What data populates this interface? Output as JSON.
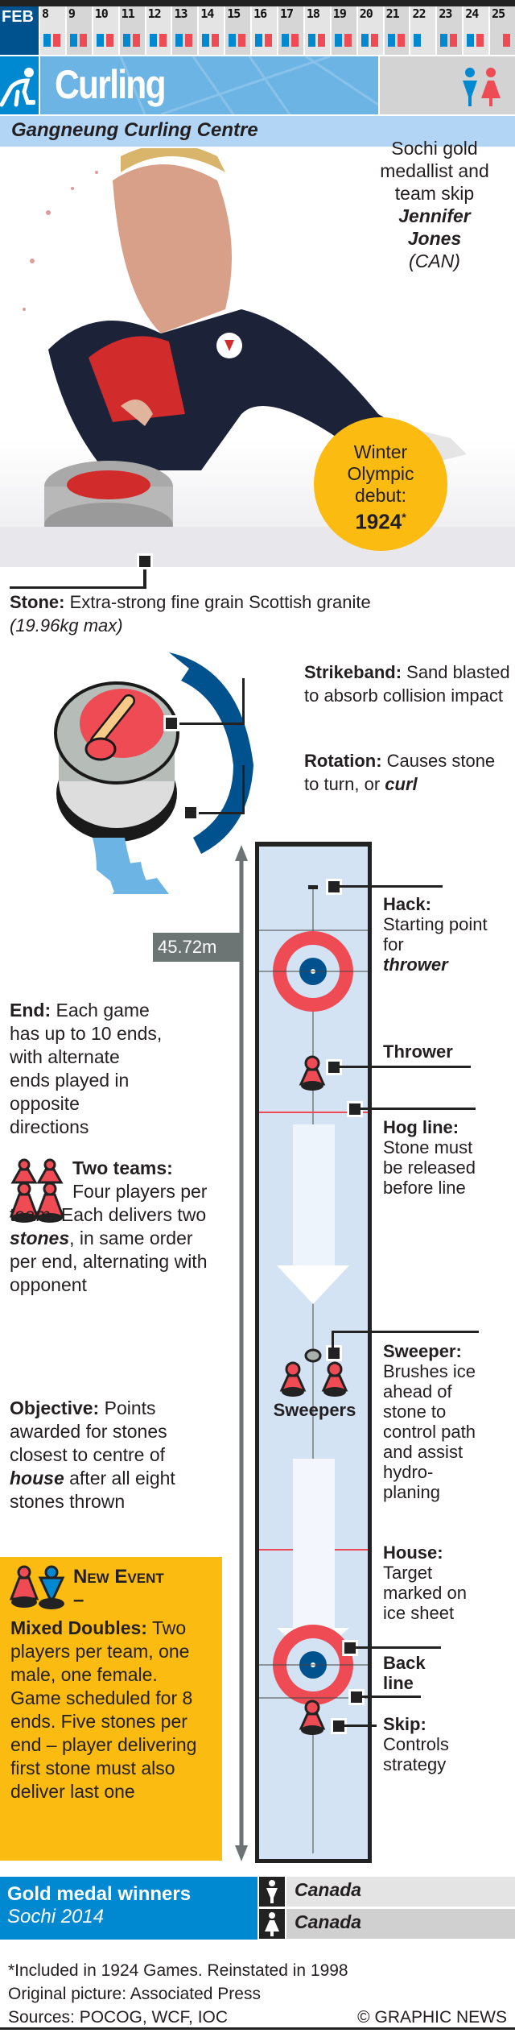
{
  "header": {
    "month": "FEB",
    "dates": [
      {
        "day": "8",
        "men": true,
        "women": true
      },
      {
        "day": "9",
        "men": true,
        "women": true
      },
      {
        "day": "10",
        "men": true,
        "women": true
      },
      {
        "day": "11",
        "men": true,
        "women": true
      },
      {
        "day": "12",
        "men": true,
        "women": true
      },
      {
        "day": "13",
        "men": true,
        "women": true
      },
      {
        "day": "14",
        "men": true,
        "women": true
      },
      {
        "day": "15",
        "men": true,
        "women": true
      },
      {
        "day": "16",
        "men": true,
        "women": true
      },
      {
        "day": "17",
        "men": true,
        "women": true
      },
      {
        "day": "18",
        "men": true,
        "women": true
      },
      {
        "day": "19",
        "men": true,
        "women": true
      },
      {
        "day": "20",
        "men": true,
        "women": true
      },
      {
        "day": "21",
        "men": true,
        "women": true
      },
      {
        "day": "22",
        "men": true,
        "women": false
      },
      {
        "day": "23",
        "men": true,
        "women": true
      },
      {
        "day": "24",
        "men": true,
        "women": true
      },
      {
        "day": "25",
        "men": false,
        "women": true
      }
    ],
    "title": "Curling",
    "venue": "Gangneung Curling Centre",
    "colors": {
      "men": "#0088d1",
      "women": "#ee4b55",
      "dark_blue": "#00528f"
    }
  },
  "photo": {
    "caption_lines": [
      "Sochi gold",
      "medallist and",
      "team skip"
    ],
    "athlete_first": "Jennifer",
    "athlete_last": "Jones",
    "country": "(CAN)",
    "debut_lines": [
      "Winter",
      "Olympic",
      "debut:"
    ],
    "debut_year": "1924",
    "debut_note": "*"
  },
  "stone": {
    "label": "Stone:",
    "text": " Extra-strong fine grain Scottish granite",
    "weight": "(19.96kg max)",
    "strikeband_label": "Strikeband:",
    "strikeband_text": " Sand blasted to absorb collision impact",
    "rotation_label": "Rotation:",
    "rotation_text": " Causes stone to turn, or ",
    "rotation_em": "curl"
  },
  "sheet": {
    "length": "45.72m",
    "hack_label": "Hack:",
    "hack_text": "Starting point for",
    "hack_em": "thrower",
    "thrower_label": "Thrower",
    "hog_label": "Hog line:",
    "hog_text": "Stone must be released before line",
    "sweeper_label": "Sweeper:",
    "sweeper_text": "Brushes ice ahead of stone to control path and assist hydro-planing",
    "sweepers_caption": "Sweepers",
    "house_label": "House:",
    "house_text": "Target marked on ice sheet",
    "backline_label": "Back line",
    "skip_label": "Skip:",
    "skip_text": "Controls strategy"
  },
  "left": {
    "end_label": "End:",
    "end_text": " Each game has up to 10 ends, with alternate ends played in opposite directions",
    "teams_label": "Two teams:",
    "teams_text1": " Four players per team. Each delivers two ",
    "teams_em": "stones",
    "teams_text2": ", in same order per end, alternating with opponent",
    "objective_label": "Objective:",
    "objective_text1": " Points awarded for stones closest to centre of ",
    "objective_em": "house",
    "objective_text2": " after all eight stones thrown",
    "new_label": "New Event –",
    "mixed_label": "Mixed Doubles:",
    "mixed_text": " Two players per team, one male, one female. Game scheduled for 8 ends. Five stones per end – player delivering first stone must also deliver last one"
  },
  "gold": {
    "title": "Gold medal winners",
    "subtitle": "Sochi 2014",
    "men": "Canada",
    "women": "Canada"
  },
  "footer": {
    "note": "*Included in 1924 Games. Reinstated in 1998",
    "picture": "Original picture: Associated Press",
    "sources": "Sources: POCOG, WCF, IOC",
    "credit": "© GRAPHIC NEWS"
  }
}
